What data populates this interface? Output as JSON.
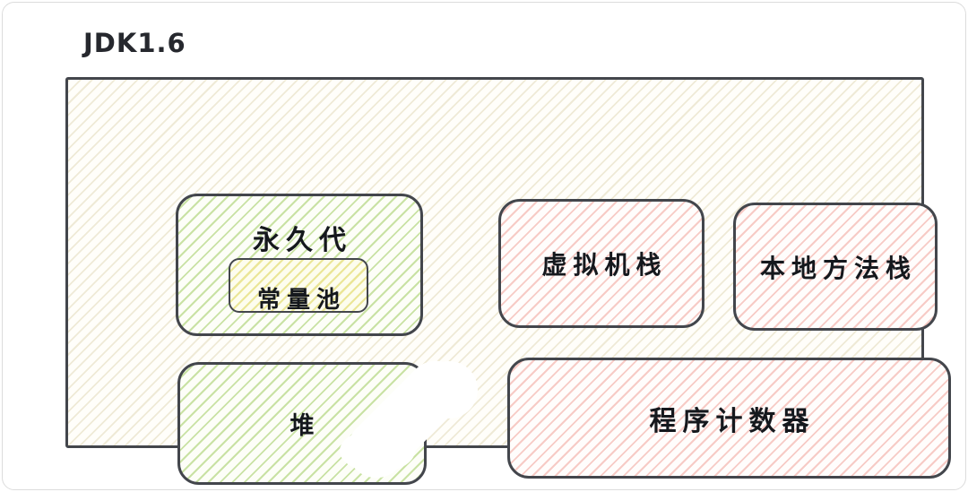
{
  "page": {
    "title": "JDK1.6"
  },
  "diagram": {
    "type": "jvm-memory-layout",
    "outer_container": {
      "id": "runtime-data-area",
      "fill": "cream-hatch"
    },
    "boxes": [
      {
        "id": "permanent-generation",
        "label": "永久代",
        "fill": "green-hatch"
      },
      {
        "id": "constant-pool",
        "label": "常量池",
        "fill": "yellow-hatch",
        "parent": "permanent-generation"
      },
      {
        "id": "vm-stack",
        "label": "虚拟机栈",
        "fill": "pink-hatch"
      },
      {
        "id": "native-method-stack",
        "label": "本地方法栈",
        "fill": "pink-hatch"
      },
      {
        "id": "heap",
        "label": "堆",
        "fill": "green-hatch"
      },
      {
        "id": "program-counter",
        "label": "程序计数器",
        "fill": "pink-hatch"
      }
    ],
    "colors": {
      "stroke": "#43464c",
      "text": "#15181d",
      "title_text": "#26282e",
      "green_hatch": "#96c650",
      "yellow_hatch": "#dcd450",
      "pink_hatch": "#ee948a",
      "cream_hatch": "#cec08c",
      "card_border": "#dcdcdc",
      "background": "#ffffff"
    }
  }
}
